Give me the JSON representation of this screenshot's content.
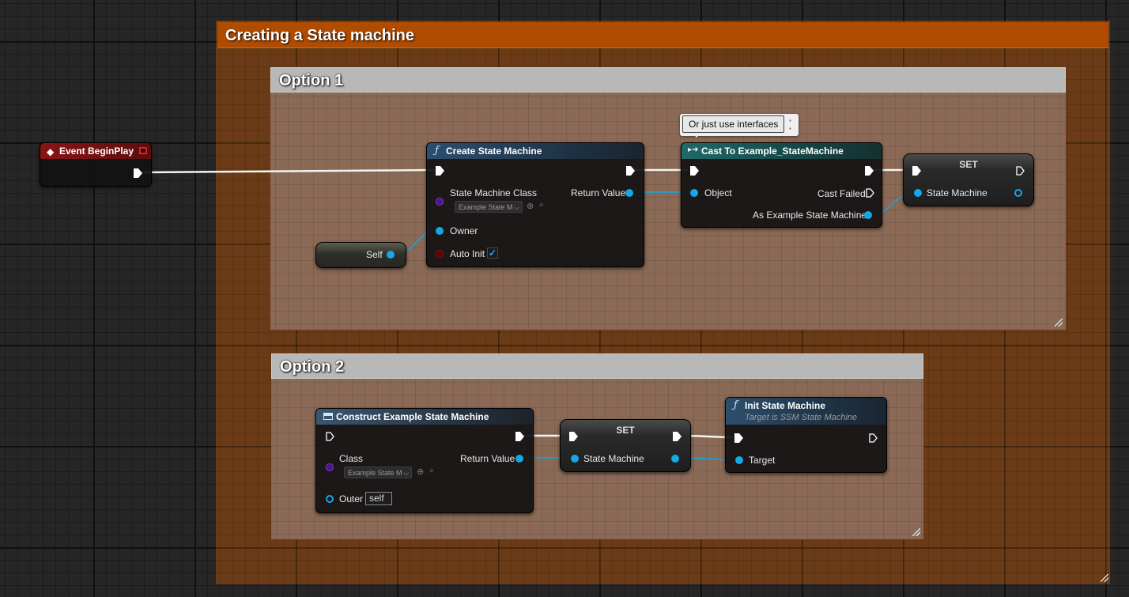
{
  "outer_comment": {
    "title": "Creating a State machine"
  },
  "option1": {
    "title": "Option 1",
    "event_node": {
      "title": "Event BeginPlay"
    },
    "create_node": {
      "title": "Create State Machine",
      "pin_class": "State Machine Class",
      "class_value": "Example State M",
      "pin_return": "Return Value",
      "pin_owner": "Owner",
      "pin_auto_init": "Auto Init",
      "auto_init_checked": true
    },
    "self_node": {
      "label": "Self"
    },
    "tooltip": "Or just use interfaces",
    "cast_node": {
      "title": "Cast To Example_StateMachine",
      "pin_object": "Object",
      "pin_failed": "Cast Failed",
      "pin_as": "As Example State Machine"
    },
    "set_node": {
      "title": "SET",
      "pin_var": "State Machine"
    }
  },
  "option2": {
    "title": "Option 2",
    "construct_node": {
      "title": "Construct Example State Machine",
      "pin_class": "Class",
      "class_value": "Example State M",
      "pin_return": "Return Value",
      "pin_outer": "Outer",
      "outer_value": "self"
    },
    "set_node": {
      "title": "SET",
      "pin_var": "State Machine"
    },
    "init_node": {
      "title": "Init State Machine",
      "subtitle": "Target is SSM State Machine",
      "pin_target": "Target"
    }
  },
  "colors": {
    "comment_title": "#b04c00",
    "comment_body": "#6a3b16",
    "function_header": "#2c4f6e",
    "cast_header": "#1f6a6a",
    "event_header": "#8a1414",
    "object_pin": "#15a7e6",
    "class_pin": "#4a148c"
  }
}
